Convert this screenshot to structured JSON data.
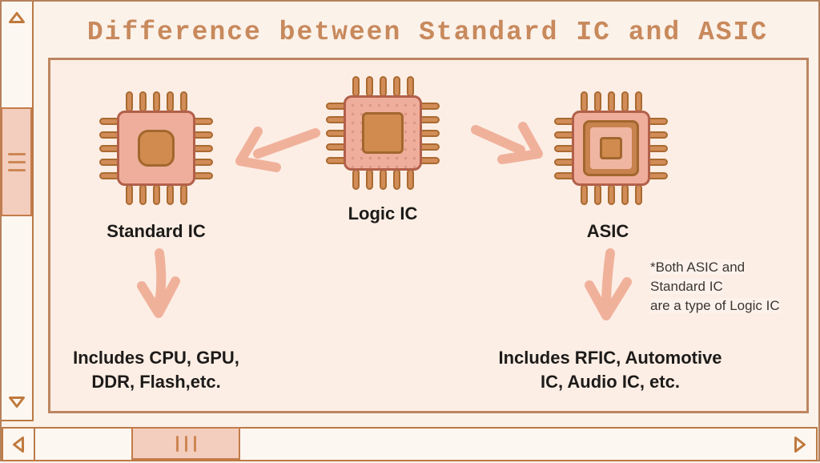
{
  "title": "Difference between Standard IC and ASIC",
  "chips": {
    "logic": {
      "label": "Logic IC"
    },
    "standard": {
      "label": "Standard IC",
      "includes_line1": "Includes CPU, GPU,",
      "includes_line2": "DDR, Flash,etc."
    },
    "asic": {
      "label": "ASIC",
      "includes_line1": "Includes RFIC, Automotive",
      "includes_line2": "IC, Audio IC, etc."
    }
  },
  "note": {
    "line1": "*Both ASIC and",
    "line2": "Standard IC",
    "line3": "are a type of Logic IC"
  },
  "icons": {
    "scrollbar_up": "up-arrow-icon",
    "scrollbar_down": "down-arrow-icon",
    "scrollbar_left": "left-arrow-icon",
    "scrollbar_right": "right-arrow-icon",
    "vertical_thumb_grip": "grip-lines-icon",
    "horizontal_thumb_grip": "grip-lines-icon"
  },
  "colors": {
    "page_background": "#fbf2ea",
    "panel_background": "#fceee5",
    "panel_border": "#bd8660",
    "scrollbar_border": "#bc7a45",
    "scrollbar_thumb": "#f3cdbe",
    "grip_line": "#cd8752",
    "title_text": "#c8895c",
    "chip_body": "#efae9b",
    "chip_outline": "#b2604a",
    "pin_fill": "#d18c58",
    "pin_outline": "#aa6a31",
    "core_fill": "#d18b4e",
    "core_outline": "#a2672e",
    "asic_frame": "#c8824e",
    "hand_arrow": "#f0b19b",
    "body_text": "#1d1b19",
    "note_text": "#3b3531"
  }
}
